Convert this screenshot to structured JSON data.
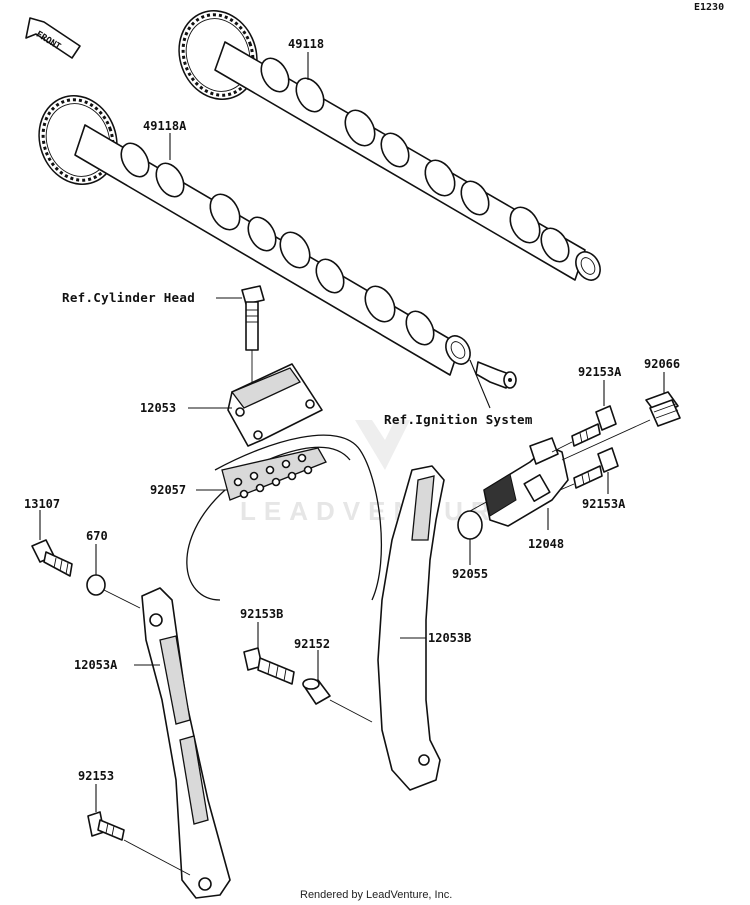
{
  "diagram_code": "E1230",
  "front_arrow_label": "FRONT",
  "references": {
    "cylinder_head": "Ref.Cylinder Head",
    "ignition_system": "Ref.Ignition System"
  },
  "parts": {
    "camshaft_exhaust": "49118",
    "camshaft_intake": "49118A",
    "guide_upper": "12053",
    "chain": "92057",
    "bolt_13107": "13107",
    "o_ring_670": "670",
    "guide_left": "12053A",
    "bolt_92153b": "92153B",
    "collar": "92152",
    "guide_right": "12053B",
    "bolt_92153_left": "92153",
    "bolt_92153a_top": "92153A",
    "bolt_92153a_bottom": "92153A",
    "plug": "92066",
    "tensioner": "12048",
    "o_ring_92055": "92055"
  },
  "watermark": "LEADVENTURE",
  "footer": "Rendered by LeadVenture, Inc."
}
